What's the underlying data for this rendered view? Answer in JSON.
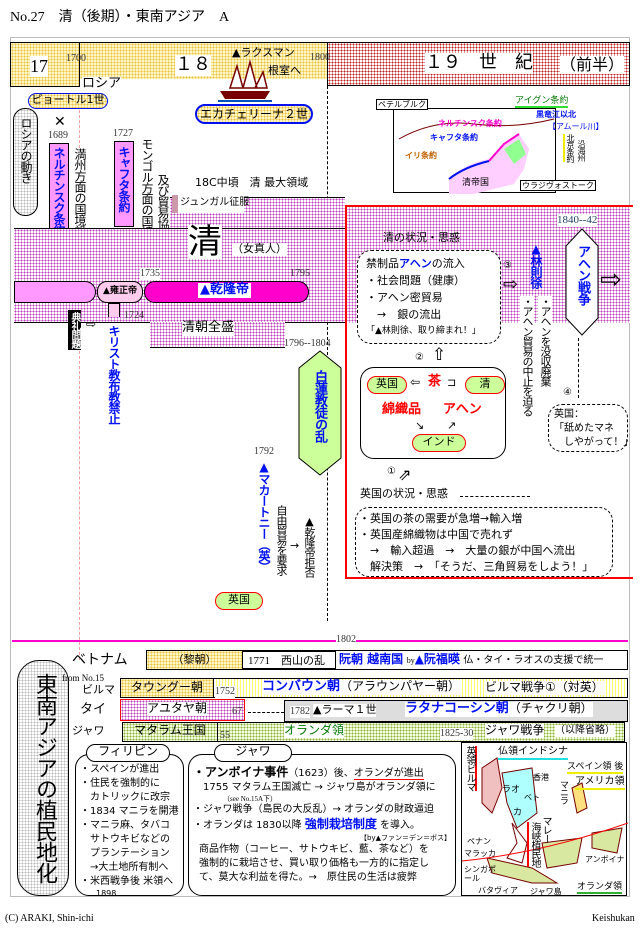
{
  "title": "No.27　清（後期）・東南アジア　A",
  "centuries": {
    "c17": "17",
    "c18": "１８",
    "c19": "１９　世　紀",
    "c19_half": "（前半）",
    "y1700": "1700",
    "y1800": "1800",
    "russia": "ロシア"
  },
  "russia": {
    "laxman": "▲ラクスマン",
    "nemuro": "根室へ",
    "peter": "ピョートル1世",
    "catherine": "エカチェリーナ２世",
    "movement": "ロシアの動き",
    "y1689": "1689",
    "nerchinsk": "ネルチンスク条約",
    "manchu": "満州方面の国境設定",
    "y1727": "1727",
    "kyakhta": "キャフタ条約",
    "mongol": "モンゴル方面の国境設定",
    "trade": "及び貿易協定"
  },
  "map_north": {
    "petersburg": "ペテルブルク",
    "aigun": "アイグン条約",
    "nerchinsk": "ネルチンスク条約",
    "heilong": "黒竜江以北",
    "amur": "【アムール川】",
    "kyakhta": "キャフタ条約",
    "ili": "イリ条約",
    "beijing": "北京条約",
    "coast": "沿海州",
    "qing": "清帝国",
    "vladivostok": "ウラジヴォストーク"
  },
  "qing": {
    "max": "18C中頃　清 最大領域",
    "dzungar": "ジュンガル征服",
    "name": "清",
    "people": "（女真人）",
    "y1735": "1735",
    "y1795": "1795",
    "yongzheng": "▲雍正帝",
    "qianlong": "▲乾隆帝",
    "y1724": "1724",
    "rites": "典礼問題",
    "christian": "キリスト教布教禁止",
    "peak": "清朝全盛",
    "y1796": "1796--1804",
    "white_lotus": "白蓮教徒の乱",
    "y1792": "1792",
    "macartney": "▲マカートニー（英）",
    "free_trade": "自由貿易を要求",
    "arrow": "→",
    "refuse": "▲乾隆帝拒否",
    "britain": "英国"
  },
  "opium": {
    "y1840": "1840--42",
    "war": "アヘン戦争",
    "qing_situation": "清の状況・思惑",
    "box_lines": [
      "・社会問題（健康）",
      "・アヘン密貿易",
      "　→　銀の流出",
      "「▲林則徐、取り締まれ！」"
    ],
    "box_head_a": "禁制品",
    "box_head_b": "アヘン",
    "box_head_c": "の流入",
    "n3": "③",
    "lin": "▲林則徐",
    "confiscate": "・アヘンを没収廃棄",
    "stop": "・アヘン貿易の中止を迫る",
    "n2": "②",
    "britain": "英国",
    "qing": "清",
    "tea": "茶",
    "cotton": "綿織品",
    "opium": "アヘン",
    "india": "インド",
    "n1": "①",
    "uk_situation": "英国の状況・思惑",
    "uk_lines": [
      "・英国の茶の需要が急増→輸入増",
      "・英国産綿織物は中国で売れず",
      "　→　輸入超過　→　大量の銀が中国へ流出",
      "　解決策　→　「そうだ、三角貿易をしよう！」"
    ],
    "n4": "④",
    "uk_say1": "英国：",
    "uk_say2": "「舐めたマネ",
    "uk_say3": "　しやがって！」"
  },
  "sea": {
    "y1802": "1802",
    "heading": "東南アジアの植民地化",
    "from": "from No.15",
    "vietnam": {
      "label": "ベトナム",
      "le": "（黎朝）",
      "tayson": "1771　西山の乱",
      "nguyen": "阮朝 越南国",
      "by": "by",
      "founder": "▲阮福暎",
      "support": "仏・タイ・ラオスの支援で統一"
    },
    "burma": {
      "label": "ビルマ",
      "toungoo": "タウングー朝",
      "y1752": "1752",
      "konbaung": "コンバウン朝",
      "alt": "（アラウンパヤー朝）",
      "war": "ビルマ戦争①（対英）"
    },
    "thai": {
      "label": "タイ",
      "ayutthaya": "アユタヤ朝",
      "y67": "67",
      "y1782": "1782",
      "rama": "▲ラーマ１世",
      "rattanakosin": "ラタナコーシン朝",
      "chakri": "（チャクリ朝）"
    },
    "java": {
      "label": "ジャワ",
      "mataram": "マタラム王国",
      "y55": "55",
      "dutch": "オランダ領",
      "y1825": "1825-30",
      "war": "ジャワ戦争",
      "omit": "（以降省略）"
    },
    "philippines": {
      "title": "フィリピン",
      "lines": [
        "・スペインが進出",
        "・住民を強制的に",
        "　カトリックに改宗",
        "・1834 マニラを開港",
        "・マニラ麻、タバコ",
        "　サトウキビなどの",
        "　プランテーション",
        "　→大土地所有制へ",
        "・米西戦争後 米領へ",
        "　　1898"
      ]
    },
    "javabox": {
      "title": "ジャワ",
      "amboina": "・アンボイナ事件",
      "amboina_rest": "（1623）後、",
      "dutch_adv": "オランダが進出",
      "l2": "1755 マタラム王国滅亡 → ジャワ島がオランダ領に",
      "see": "（see No.15A下）",
      "l3": "・ジャワ戦争（島民の大反乱）→ オランダの財政逼迫",
      "l4a": "・オランダは 1830以降 ",
      "forced": "強制栽培制度",
      "l4b": " を導入。",
      "by": "【by▲ファン＝デン＝ボス】",
      "body": [
        "商品作物（コーヒー、サトウキビ、藍、茶など）を",
        "強制的に栽培させ、買い取り価格も一方的に指定し",
        "て、莫大な利益を得た。→　原住民の生活は疲弊"
      ]
    },
    "map": {
      "br_burma": "英領ビルマ",
      "fr_indochina": "仏領インドシナ",
      "spain": "スペイン領 後",
      "america": "アメリカ領",
      "hongkong": "香港",
      "manila": "マニラ",
      "laos": "ラオ",
      "cambodia": "カ",
      "viet": "ベト",
      "straits": "海峡植民地",
      "malay": "マレー",
      "penang": "ペナン",
      "malacca": "マラッカ",
      "singapore": "シンガポール",
      "amboina": "アンボイナ",
      "batavia": "バタヴィア",
      "javaisl": "ジャワ島",
      "dutch": "オランダ領"
    }
  },
  "footer": {
    "copyright": "(C) ARAKI, Shin-ichi",
    "publisher": "Keishukan"
  },
  "colors": {
    "pink": "#ff99ff",
    "magenta": "#ff00cc",
    "blue": "#0010f0",
    "red": "#ff0000",
    "green": "#ccff99"
  }
}
